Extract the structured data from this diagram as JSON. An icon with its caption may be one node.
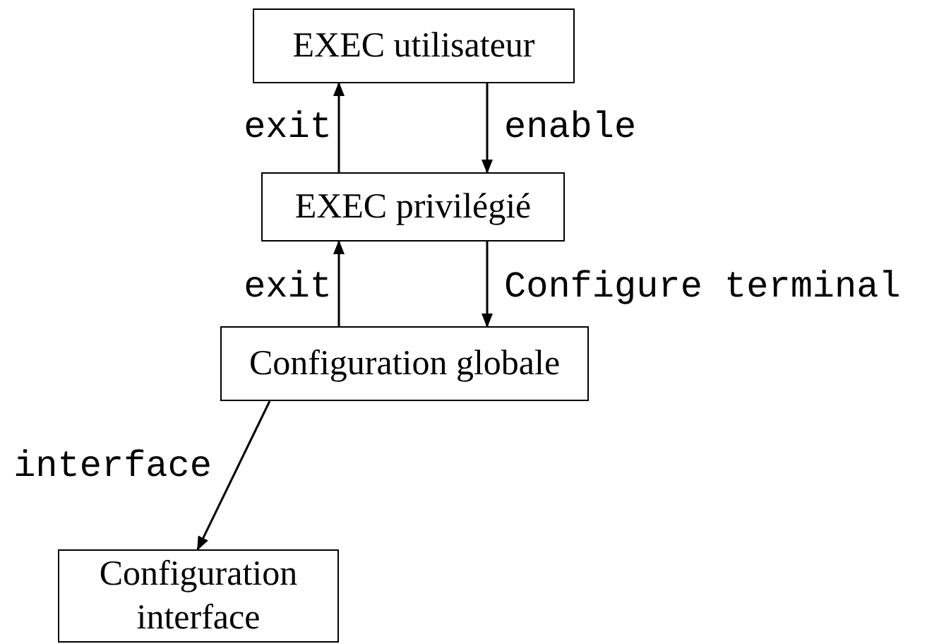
{
  "diagram": {
    "nodes": [
      {
        "text": [
          "EXEC utilisateur"
        ]
      },
      {
        "text": [
          "EXEC privilégié"
        ]
      },
      {
        "text": [
          "Configuration globale"
        ]
      },
      {
        "text": [
          "Configuration interface"
        ]
      }
    ],
    "edges": [
      {
        "from": 1,
        "to": 0,
        "arrow": "to",
        "label": "exit"
      },
      {
        "from": 0,
        "to": 1,
        "arrow": "to",
        "label": "enable"
      },
      {
        "from": 2,
        "to": 1,
        "arrow": "to",
        "label": "exit"
      },
      {
        "from": 1,
        "to": 2,
        "arrow": "to",
        "label": "Configure terminal"
      },
      {
        "from": 2,
        "to": 3,
        "arrow": "to",
        "label": "interface"
      }
    ]
  }
}
